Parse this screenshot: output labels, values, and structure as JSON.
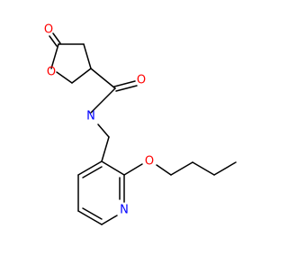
{
  "molecule": {
    "atom_labels": {
      "carbonyl_o_lactone": "O",
      "ring_o": "O",
      "amide_o": "O",
      "amide_n": "N",
      "ether_o": "O",
      "pyridine_n": "N"
    }
  },
  "colors": {
    "bond": "#000000",
    "oxygen": "#ff0000",
    "nitrogen": "#0000ff",
    "background": "#ffffff"
  }
}
